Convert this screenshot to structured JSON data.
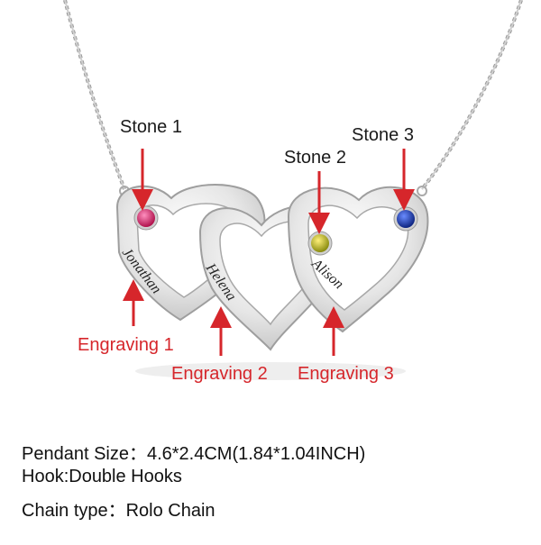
{
  "annotations": {
    "stone1": "Stone 1",
    "stone2": "Stone 2",
    "stone3": "Stone 3",
    "engraving1": "Engraving 1",
    "engraving2": "Engraving 2",
    "engraving3": "Engraving 3"
  },
  "engravings": {
    "name1": "Jonathan",
    "name2": "Helena",
    "name3": "Alison"
  },
  "stones": {
    "stone1_color": "#d81b60",
    "stone2_color": "#c9c21a",
    "stone3_color": "#1a3fb5"
  },
  "specs": {
    "pendant_size": "Pendant Size：4.6*2.4CM(1.84*1.04INCH)",
    "hook": "Hook:Double Hooks",
    "chain_type": "Chain type：Rolo Chain"
  },
  "colors": {
    "annotation_red": "#d6262b",
    "metal": "#dcdcdc"
  }
}
